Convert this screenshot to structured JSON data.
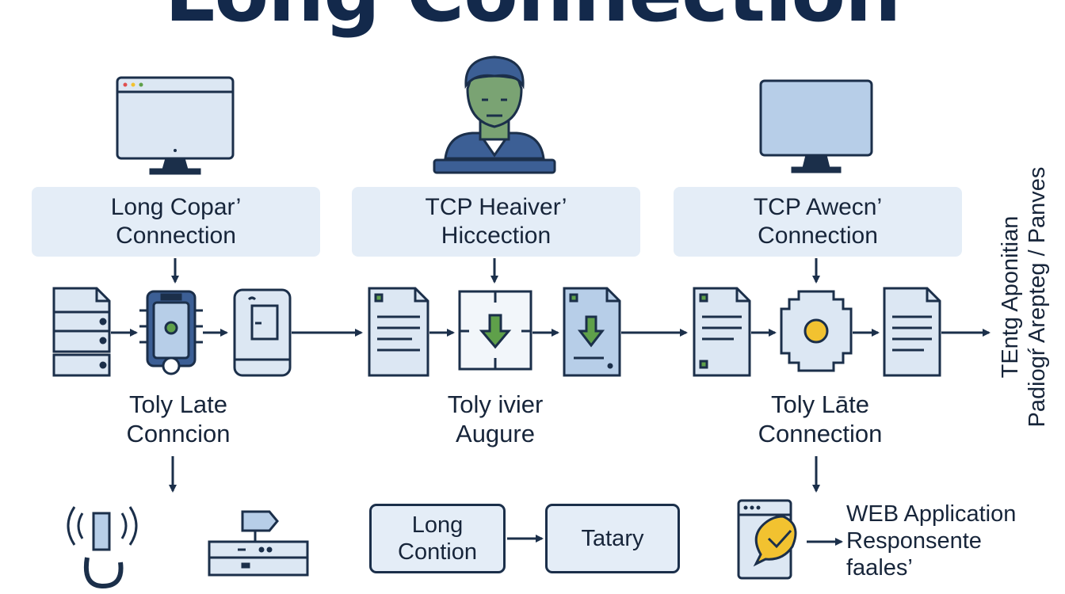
{
  "title": "Long Connection",
  "columns": [
    {
      "top_label": [
        "Long Copar’",
        "Connection"
      ],
      "caption": [
        "Toly Late",
        "Conncion"
      ]
    },
    {
      "top_label": [
        "TCP Heaiver’",
        "Hiccection"
      ],
      "caption": [
        "Toly ivier",
        "Augure"
      ]
    },
    {
      "top_label": [
        "TCP Awecn’",
        "Connection"
      ],
      "caption": [
        "Toly Lāte",
        "Connection"
      ]
    }
  ],
  "side_label": [
    "TEntg  Aponitian",
    "Padiogŕ Arepteg / Panves"
  ],
  "bottom": {
    "box_left": [
      "Long",
      "Contion"
    ],
    "box_right": "Tatary",
    "webapp": [
      "WEB Application",
      "Responsente",
      "faales’"
    ]
  },
  "colors": {
    "stroke": "#1b2f4a",
    "fill_light": "#dce7f3",
    "fill_screen": "#b7cee8",
    "green": "#5fa04a",
    "yellow": "#f2c230",
    "avatar_green": "#7aa373",
    "avatar_shirt": "#3c5f95"
  }
}
